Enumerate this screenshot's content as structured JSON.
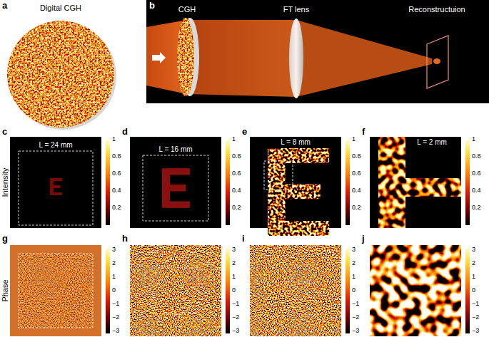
{
  "diagram": {
    "labels": [
      "a",
      "Digital CGH",
      "b",
      "CGH",
      "FT lens",
      "Reconstructuion",
      "c",
      "d",
      "e",
      "f",
      "g",
      "h",
      "i",
      "j",
      "Intensity",
      "Phase",
      "L = 24 mm",
      "L = 16 mm",
      "L = 8 mm",
      "L = 2 mm",
      "1",
      "0.8",
      "0.6",
      "0.4",
      "0.2",
      "1",
      "0.8",
      "0.6",
      "0.4",
      "0.2",
      "1",
      "0.8",
      "0.6",
      "0.4",
      "0.2",
      "1",
      "0.8",
      "0.6",
      "0.4",
      "0.2",
      "3",
      "2",
      "1",
      "0",
      "−1",
      "−2",
      "−3",
      "3",
      "2",
      "1",
      "0",
      "−1",
      "−2",
      "−3",
      "3",
      "2",
      "1",
      "0",
      "−1",
      "−2",
      "−3",
      "3",
      "2",
      "1",
      "0",
      "−1",
      "−2",
      "−3"
    ]
  }
}
